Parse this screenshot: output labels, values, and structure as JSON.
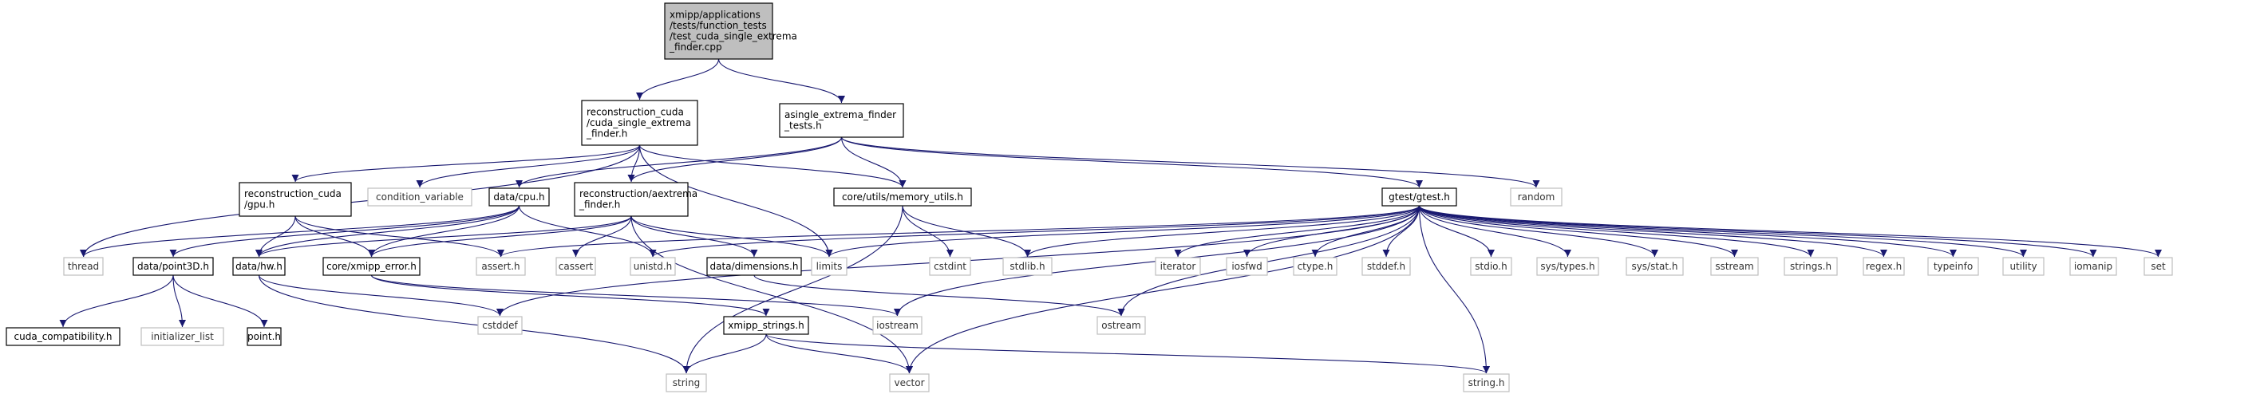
{
  "graph": {
    "edge_color": "#191970",
    "root_fill": "#bfbfbf",
    "leaf_border": "#bfbfbf",
    "nodes": [
      {
        "id": "root",
        "kind": "root",
        "lines": [
          "xmipp/applications",
          "/tests/function_tests",
          "/test_cuda_single_extrema",
          "_finder.cpp"
        ]
      },
      {
        "id": "rc_cuda",
        "kind": "internal",
        "lines": [
          "reconstruction_cuda",
          "/cuda_single_extrema",
          "_finder.h"
        ]
      },
      {
        "id": "asingle",
        "kind": "internal",
        "lines": [
          "asingle_extrema_finder",
          "_tests.h"
        ]
      },
      {
        "id": "rc_gpu",
        "kind": "internal",
        "lines": [
          "reconstruction_cuda",
          "/gpu.h"
        ]
      },
      {
        "id": "condvar",
        "kind": "leaf",
        "lines": [
          "condition_variable"
        ]
      },
      {
        "id": "cpu",
        "kind": "internal",
        "lines": [
          "data/cpu.h"
        ]
      },
      {
        "id": "aextrema",
        "kind": "internal",
        "lines": [
          "reconstruction/aextrema",
          "_finder.h"
        ]
      },
      {
        "id": "memutils",
        "kind": "internal",
        "lines": [
          "core/utils/memory_utils.h"
        ]
      },
      {
        "id": "gtest",
        "kind": "internal",
        "lines": [
          "gtest/gtest.h"
        ]
      },
      {
        "id": "random",
        "kind": "leaf",
        "lines": [
          "random"
        ]
      },
      {
        "id": "thread",
        "kind": "leaf",
        "lines": [
          "thread"
        ]
      },
      {
        "id": "point3d",
        "kind": "internal",
        "lines": [
          "data/point3D.h"
        ]
      },
      {
        "id": "hw",
        "kind": "internal",
        "lines": [
          "data/hw.h"
        ]
      },
      {
        "id": "xmerr",
        "kind": "internal",
        "lines": [
          "core/xmipp_error.h"
        ]
      },
      {
        "id": "asserth",
        "kind": "leaf",
        "lines": [
          "assert.h"
        ]
      },
      {
        "id": "cassert",
        "kind": "leaf",
        "lines": [
          "cassert"
        ]
      },
      {
        "id": "unistd",
        "kind": "leaf",
        "lines": [
          "unistd.h"
        ]
      },
      {
        "id": "dims",
        "kind": "internal",
        "lines": [
          "data/dimensions.h"
        ]
      },
      {
        "id": "limits",
        "kind": "leaf",
        "lines": [
          "limits"
        ]
      },
      {
        "id": "cstdint",
        "kind": "leaf",
        "lines": [
          "cstdint"
        ]
      },
      {
        "id": "stdlib",
        "kind": "leaf",
        "lines": [
          "stdlib.h"
        ]
      },
      {
        "id": "iterator",
        "kind": "leaf",
        "lines": [
          "iterator"
        ]
      },
      {
        "id": "iosfwd",
        "kind": "leaf",
        "lines": [
          "iosfwd"
        ]
      },
      {
        "id": "ctype",
        "kind": "leaf",
        "lines": [
          "ctype.h"
        ]
      },
      {
        "id": "stddef",
        "kind": "leaf",
        "lines": [
          "stddef.h"
        ]
      },
      {
        "id": "stdio",
        "kind": "leaf",
        "lines": [
          "stdio.h"
        ]
      },
      {
        "id": "systypes",
        "kind": "leaf",
        "lines": [
          "sys/types.h"
        ]
      },
      {
        "id": "sysstat",
        "kind": "leaf",
        "lines": [
          "sys/stat.h"
        ]
      },
      {
        "id": "sstream",
        "kind": "leaf",
        "lines": [
          "sstream"
        ]
      },
      {
        "id": "strings",
        "kind": "leaf",
        "lines": [
          "strings.h"
        ]
      },
      {
        "id": "regex",
        "kind": "leaf",
        "lines": [
          "regex.h"
        ]
      },
      {
        "id": "typeinfo",
        "kind": "leaf",
        "lines": [
          "typeinfo"
        ]
      },
      {
        "id": "utility",
        "kind": "leaf",
        "lines": [
          "utility"
        ]
      },
      {
        "id": "iomanip",
        "kind": "leaf",
        "lines": [
          "iomanip"
        ]
      },
      {
        "id": "set",
        "kind": "leaf",
        "lines": [
          "set"
        ]
      },
      {
        "id": "cudacompat",
        "kind": "internal",
        "lines": [
          "cuda_compatibility.h"
        ]
      },
      {
        "id": "initlist",
        "kind": "leaf",
        "lines": [
          "initializer_list"
        ]
      },
      {
        "id": "pointh",
        "kind": "internal",
        "lines": [
          "point.h"
        ]
      },
      {
        "id": "cstddef",
        "kind": "leaf",
        "lines": [
          "cstddef"
        ]
      },
      {
        "id": "xmstrings",
        "kind": "internal",
        "lines": [
          "xmipp_strings.h"
        ]
      },
      {
        "id": "iostream",
        "kind": "leaf",
        "lines": [
          "iostream"
        ]
      },
      {
        "id": "ostream",
        "kind": "leaf",
        "lines": [
          "ostream"
        ]
      },
      {
        "id": "string",
        "kind": "leaf",
        "lines": [
          "string"
        ]
      },
      {
        "id": "vector",
        "kind": "leaf",
        "lines": [
          "vector"
        ]
      },
      {
        "id": "stringh",
        "kind": "leaf",
        "lines": [
          "string.h"
        ]
      }
    ],
    "edges": [
      [
        "root",
        "rc_cuda"
      ],
      [
        "root",
        "asingle"
      ],
      [
        "rc_cuda",
        "thread"
      ],
      [
        "rc_cuda",
        "rc_gpu"
      ],
      [
        "rc_cuda",
        "condvar"
      ],
      [
        "rc_cuda",
        "aextrema"
      ],
      [
        "rc_cuda",
        "memutils"
      ],
      [
        "rc_cuda",
        "limits"
      ],
      [
        "asingle",
        "cpu"
      ],
      [
        "asingle",
        "aextrema"
      ],
      [
        "asingle",
        "memutils"
      ],
      [
        "asingle",
        "gtest"
      ],
      [
        "asingle",
        "random"
      ],
      [
        "rc_gpu",
        "hw"
      ],
      [
        "rc_gpu",
        "xmerr"
      ],
      [
        "rc_gpu",
        "asserth"
      ],
      [
        "cpu",
        "thread"
      ],
      [
        "cpu",
        "point3d"
      ],
      [
        "cpu",
        "hw"
      ],
      [
        "cpu",
        "xmerr"
      ],
      [
        "cpu",
        "unistd"
      ],
      [
        "aextrema",
        "hw"
      ],
      [
        "aextrema",
        "xmerr"
      ],
      [
        "aextrema",
        "cassert"
      ],
      [
        "aextrema",
        "dims"
      ],
      [
        "aextrema",
        "limits"
      ],
      [
        "aextrema",
        "vector"
      ],
      [
        "memutils",
        "cstdint"
      ],
      [
        "memutils",
        "stdlib"
      ],
      [
        "memutils",
        "string"
      ],
      [
        "gtest",
        "limits"
      ],
      [
        "gtest",
        "asserth"
      ],
      [
        "gtest",
        "unistd"
      ],
      [
        "gtest",
        "stdlib"
      ],
      [
        "gtest",
        "iterator"
      ],
      [
        "gtest",
        "iosfwd"
      ],
      [
        "gtest",
        "ctype"
      ],
      [
        "gtest",
        "stddef"
      ],
      [
        "gtest",
        "stdio"
      ],
      [
        "gtest",
        "systypes"
      ],
      [
        "gtest",
        "sysstat"
      ],
      [
        "gtest",
        "sstream"
      ],
      [
        "gtest",
        "strings"
      ],
      [
        "gtest",
        "regex"
      ],
      [
        "gtest",
        "typeinfo"
      ],
      [
        "gtest",
        "utility"
      ],
      [
        "gtest",
        "iomanip"
      ],
      [
        "gtest",
        "set"
      ],
      [
        "gtest",
        "cstddef"
      ],
      [
        "gtest",
        "iostream"
      ],
      [
        "gtest",
        "ostream"
      ],
      [
        "gtest",
        "vector"
      ],
      [
        "gtest",
        "stringh"
      ],
      [
        "point3d",
        "cudacompat"
      ],
      [
        "point3d",
        "initlist"
      ],
      [
        "point3d",
        "pointh"
      ],
      [
        "hw",
        "cstddef"
      ],
      [
        "hw",
        "string"
      ],
      [
        "xmerr",
        "xmstrings"
      ],
      [
        "xmerr",
        "iostream"
      ],
      [
        "dims",
        "ostream"
      ],
      [
        "xmstrings",
        "string"
      ],
      [
        "xmstrings",
        "vector"
      ],
      [
        "xmstrings",
        "stringh"
      ]
    ]
  }
}
